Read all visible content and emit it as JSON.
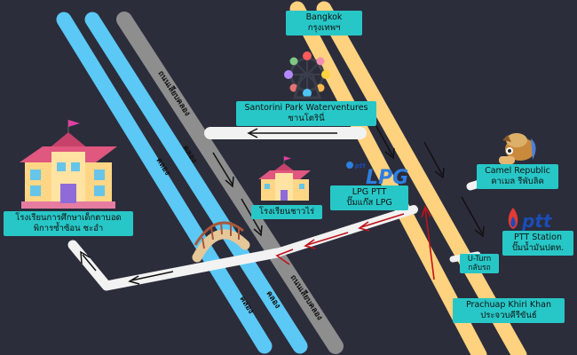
{
  "places": {
    "bangkok": {
      "en": "Bangkok",
      "th": "กรุงเทพฯ"
    },
    "santorini": {
      "en": "Santorini Park Waterventures",
      "th": "ซานโตรินี่"
    },
    "camel": {
      "en": "Camel Republic",
      "th": "คาเมล รีพับลิค"
    },
    "lpg": {
      "en": "LPG PTT",
      "th": "ปั๊มแก๊ส LPG"
    },
    "ptt": {
      "en": "PTT Station",
      "th": "ปั๊มน้ำมันปตท."
    },
    "uturn": {
      "en": "U-Turn",
      "th": "กลับรถ"
    },
    "prachuap": {
      "en": "Prachuap Khiri Khan",
      "th": "ประจวบคีรีขันธ์"
    },
    "school_special": {
      "line1": "โรงเรียนการศึกษาเด็กตาบอด",
      "line2": "พิการซ้ำซ้อน ชะอำ"
    },
    "school_chaorai": {
      "th": "โรงเรียนชาวไร่"
    }
  },
  "roads": {
    "canal_label": "คลอง",
    "side_road_label": "ถนนเลียบคลอง"
  },
  "logos": {
    "lpg_text": "LPG",
    "lpg_small": "ptt",
    "ptt_text": "ptt"
  },
  "colors": {
    "background": "#2b2d3b",
    "highway": "#ffd27f",
    "canal": "#5bc8f5",
    "side_road": "#8e8e8e",
    "white_road": "#f2f2f2",
    "label_bg": "#28c7c7",
    "route_red": "#c0121b"
  },
  "icons": [
    "ferris-wheel-icon",
    "school-icon",
    "camel-icon",
    "lpg-logo-icon",
    "ptt-logo-icon",
    "bridge-icon"
  ]
}
